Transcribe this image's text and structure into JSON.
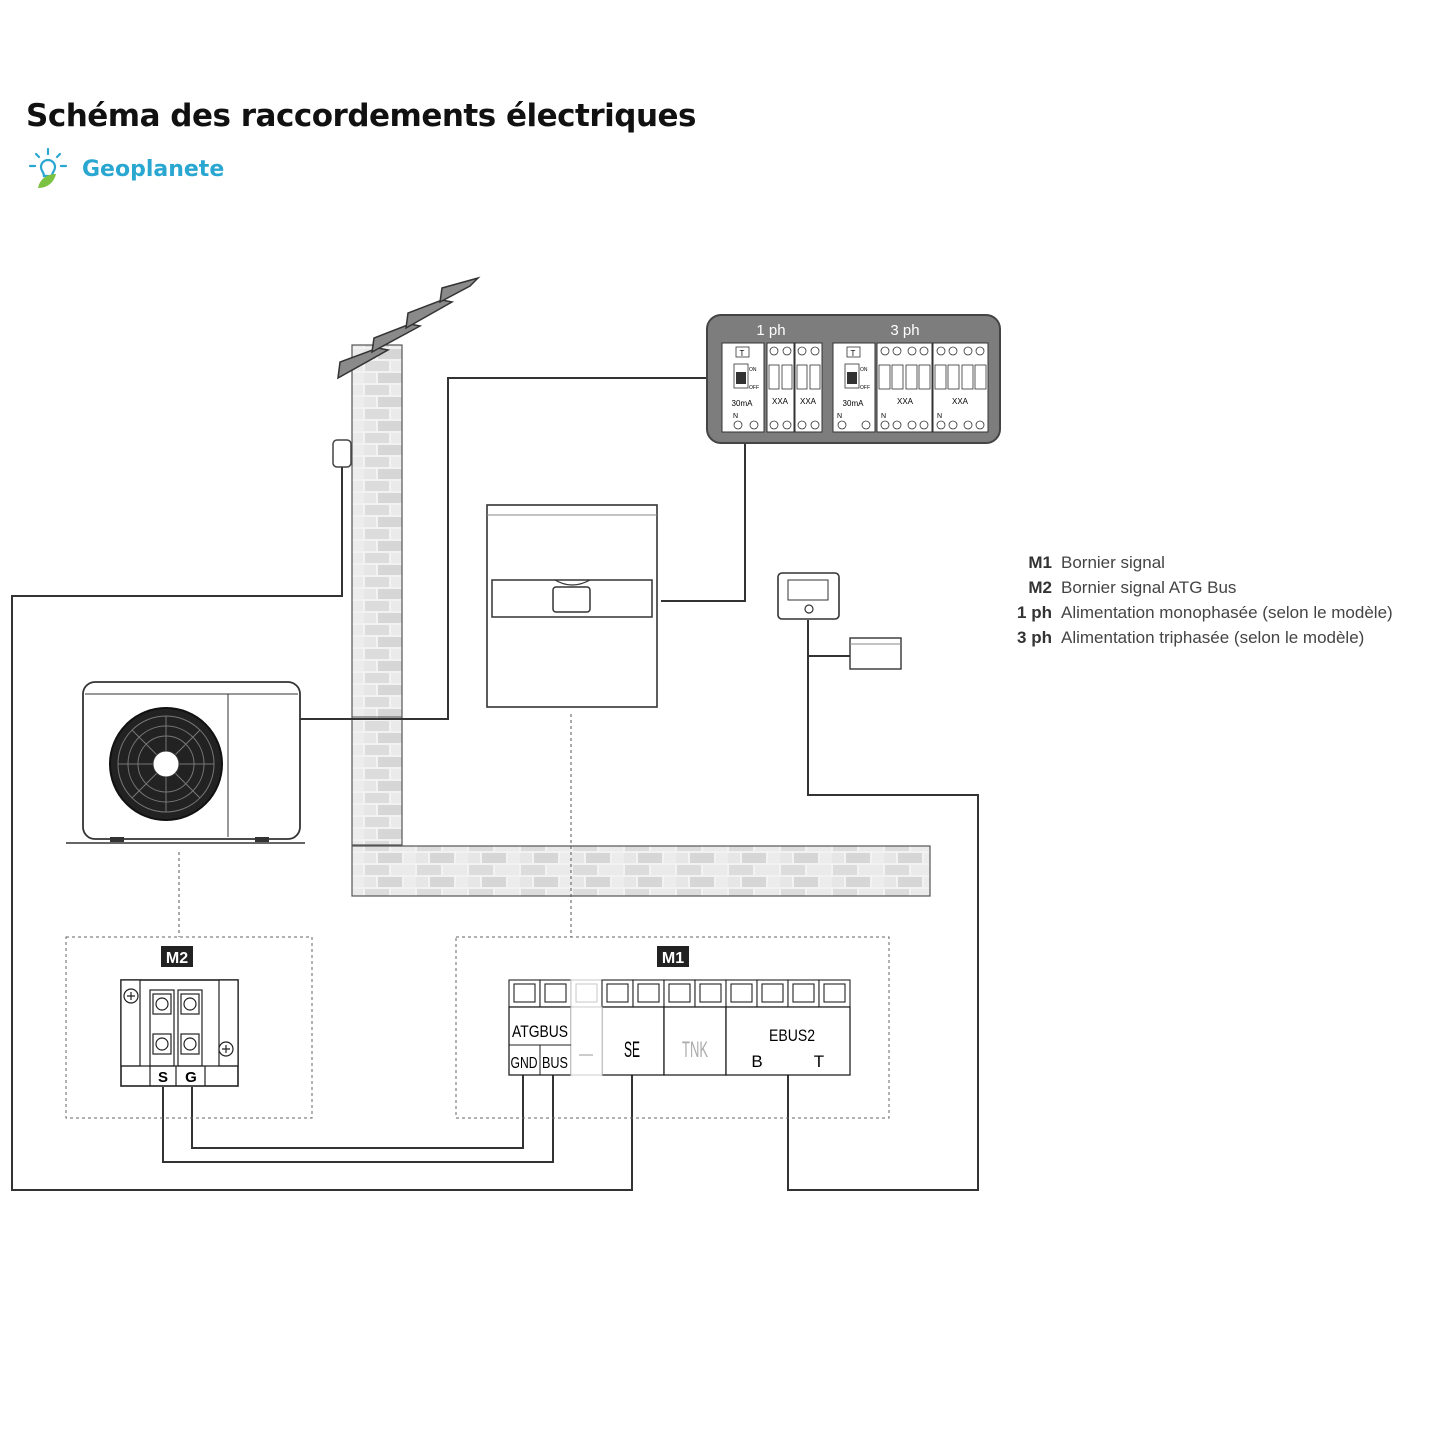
{
  "title": "Schéma des raccordements électriques",
  "brand": {
    "name": "Geoplanete",
    "colors": {
      "text": "#2aa7d1",
      "leaf": "#7cc242"
    }
  },
  "panel": {
    "label_1ph": "1 ph",
    "label_3ph": "3 ph",
    "rcd_rating": "30mA",
    "breaker_rating": "XXA",
    "neutral": "N",
    "on": "ON",
    "off": "OFF",
    "test": "T"
  },
  "terminals": {
    "m1": {
      "badge": "M1",
      "group_atgbus": "ATGBUS",
      "gnd": "GND",
      "bus": "BUS",
      "se": "SE",
      "tnk": "TNK",
      "group_ebus2": "EBUS2",
      "b": "B",
      "t": "T"
    },
    "m2": {
      "badge": "M2",
      "s": "S",
      "g": "G"
    }
  },
  "legend": [
    {
      "key": "M1",
      "text": "Bornier signal"
    },
    {
      "key": "M2",
      "text": "Bornier signal ATG Bus"
    },
    {
      "key": "1 ph",
      "text": "Alimentation monophasée (selon le modèle)"
    },
    {
      "key": "3 ph",
      "text": "Alimentation triphasée (selon le modèle)"
    }
  ]
}
